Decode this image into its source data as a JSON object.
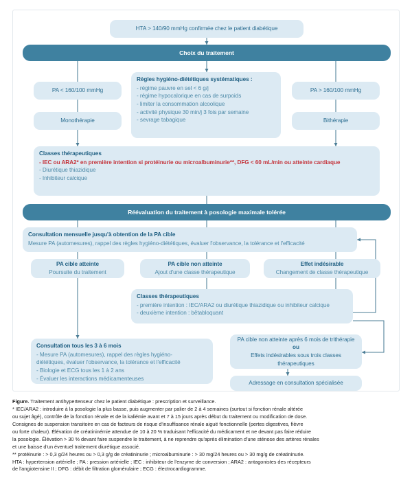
{
  "figure": {
    "type": "flowchart",
    "title": "Traitement antihypertenseur chez le patient diabétique : prescription et surveillance.",
    "colors": {
      "dark_bar": "#3f81a0",
      "light_box": "#dceaf3",
      "text_blue": "#2c6e91",
      "heading_blue": "#1f5f82",
      "accent_red": "#c4353c",
      "connector": "#4b7d96"
    }
  },
  "nodes": {
    "entry": {
      "label": "HTA > 140/90 mmHg confirmée chez le patient diabétique"
    },
    "choice_bar": {
      "label": "Choix du traitement"
    },
    "pa_low": {
      "label": "PA < 160/100 mmHg"
    },
    "mono": {
      "label": "Monothérapie"
    },
    "pa_high": {
      "label": "PA > 160/100 mmHg"
    },
    "bi": {
      "label": "Bithérapie"
    },
    "hygiene": {
      "heading": "Règles hygiéno-diététiques systématiques :",
      "items": [
        "- régime pauvre en sel < 6 g/j",
        "- régime hypocalorique en cas de surpoids",
        "- limiter la consommation alcoolique",
        "- activité physique 30 min/j 3 fois par semaine",
        "- sevrage tabagique"
      ]
    },
    "classes1": {
      "heading": "Classes thérapeutiques",
      "items": [
        "- IEC ou ARA2* en première intention si protéinurie ou microalbuminurie**, DFG < 60 mL/min ou atteinte cardiaque",
        "- Diurétique thiazidique",
        "- Inhibiteur calcique"
      ]
    },
    "reeval_bar": {
      "label": "Réévaluation du traitement à posologie maximale tolérée"
    },
    "monthly": {
      "heading": "Consultation mensuelle jusqu'à obtention de la PA cible",
      "sub": "Mesure PA (automesures), rappel des règles hygiéno-diététiques, évaluer l'observance, la tolérance et l'efficacité"
    },
    "target_reached": {
      "heading": "PA cible atteinte",
      "sub": "Poursuite du traitement"
    },
    "target_not_reached": {
      "heading": "PA cible non atteinte",
      "sub": "Ajout d'une classe thérapeutique"
    },
    "adverse": {
      "heading": "Effet indésirable",
      "sub": "Changement de classe thérapeutique"
    },
    "classes2": {
      "heading": "Classes thérapeutiques",
      "items": [
        "- première intention : IEC/ARA2 ou diurétique thiazidique ou inhibiteur calcique",
        "- deuxième intention : bêtabloquant"
      ]
    },
    "followup": {
      "heading": "Consultation tous les 3 à 6 mois",
      "items": [
        "- Mesure PA (automesures), rappel des règles hygiéno-",
        "diététiques, évaluer l'observance, la tolérance et l'efficacité",
        "- Biologie et ECG tous les 1 à 2 ans",
        "- Évaluer les interactions médicamenteuses"
      ]
    },
    "failure": {
      "line1": "PA cible non atteinte après 6 mois de trithérapie",
      "ou": "ou",
      "line2": "Effets indésirables sous trois classes",
      "line3": "thérapeutiques"
    },
    "referral": {
      "label": "Adressage en consultation spécialisée"
    }
  },
  "caption": {
    "figure_label": "Figure.",
    "title": " Traitement antihypertenseur chez le patient diabétique : prescription et surveillance.",
    "lines": [
      "* IEC/ARA2 : introduire à la posologie la plus basse, puis augmenter par palier de 2 à 4 semaines (surtout si fonction rénale altérée",
      "ou sujet âgé), contrôle de la fonction rénale et de la kaliémie avant et 7 à 15 jours après début du traitement ou modification de dose.",
      "Consignes de suspension transitoire en cas de facteurs de risque d'insuffisance rénale aiguë fonctionnelle (pertes digestives, fièvre",
      "ou forte chaleur). Élévation de créatininémie attendue de 10 à 20 % traduisant l'efficacité du médicament et ne devant pas faire réduire",
      "la posologie. Élévation > 30 % devant faire suspendre le traitement, à ne reprendre qu'après élimination d'une sténose des artères rénales",
      "et une baisse d'un éventuel traitement diurétique associé.",
      "** protéinurie : > 0,3 g/24 heures ou > 0,3 g/g de créatininurie ; microalbuminurie : > 30 mg/24 heures ou > 30 mg/g de créatininurie.",
      "HTA : hypertension artérielle ; PA : pression artérielle  ; IEC : inhibiteur de l'enzyme de conversion ; ARA2 : antagonistes des récepteurs",
      "de l'angiotensine II ; DFG : débit de filtration glomérulaire  ; ECG : électrocardiogramme."
    ]
  }
}
